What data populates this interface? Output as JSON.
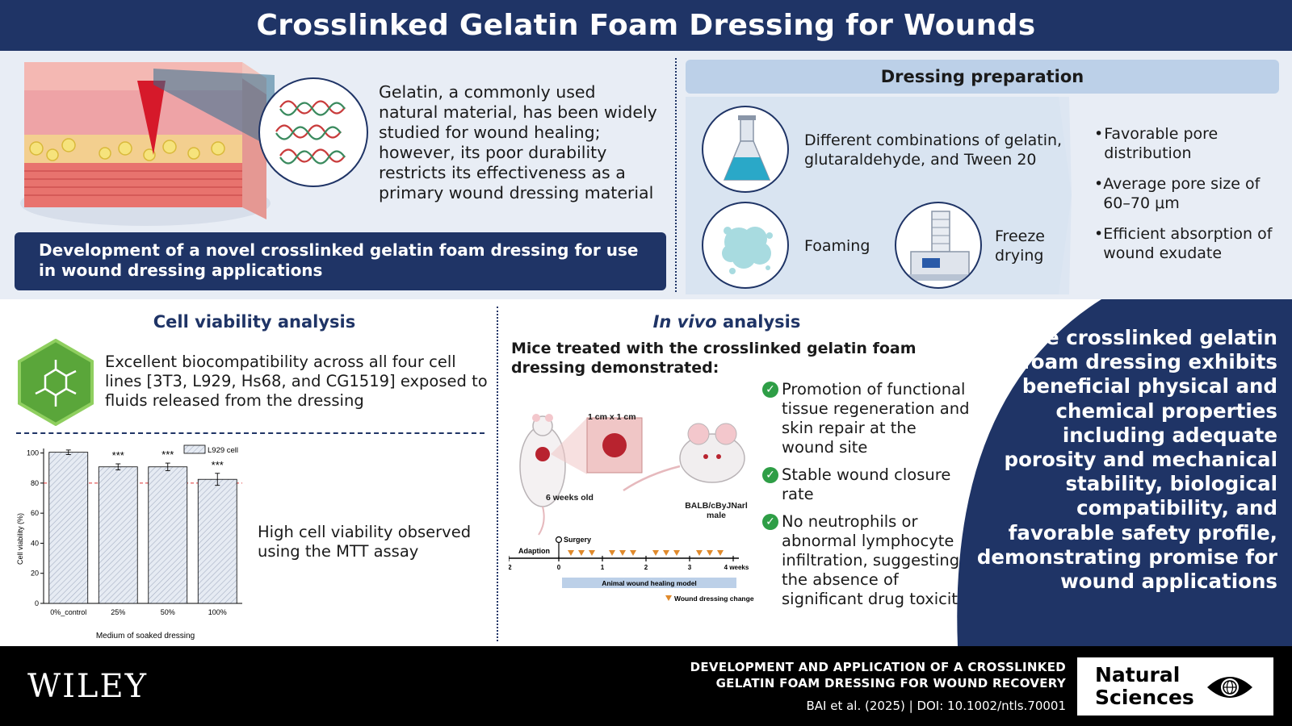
{
  "header": {
    "title": "Crosslinked Gelatin Foam Dressing for Wounds"
  },
  "intro": {
    "text": "Gelatin, a commonly used natural material, has been widely studied for wound healing; however, its poor durability restricts its effectiveness as a primary wound dressing material",
    "development": "Development of a novel crosslinked gelatin foam dressing for use in wound dressing applications"
  },
  "preparation": {
    "title": "Dressing preparation",
    "step_combination": "Different combinations of gelatin, glutaraldehyde, and Tween 20",
    "step_foaming": "Foaming",
    "step_freeze": "Freeze drying",
    "bullets": [
      "Favorable pore distribution",
      "Average pore size of 60–70 μm",
      "Efficient absorption of wound exudate"
    ]
  },
  "cell_viability": {
    "title": "Cell viability analysis",
    "biocompat_text": "Excellent biocompatibility across all four cell lines [3T3, L929, Hs68, and CG1519] exposed to fluids released from the dressing",
    "mtt_text": "High cell viability observed using the MTT assay"
  },
  "chart_data": {
    "type": "bar",
    "categories": [
      "0%_control",
      "25%",
      "50%",
      "100%"
    ],
    "series": [
      {
        "name": "L929 cell",
        "values": [
          100.5,
          90.8,
          90.8,
          82.5
        ],
        "errors": [
          1.5,
          2,
          2.5,
          4
        ]
      }
    ],
    "significance": [
      "",
      "***",
      "***",
      "***"
    ],
    "xlabel": "Medium of soaked dressing",
    "ylabel": "Cell viability (%)",
    "ylim": [
      0,
      100
    ],
    "yticks": [
      0,
      20,
      40,
      60,
      80,
      100
    ],
    "reference_line": 80,
    "legend": "top-right",
    "grid": false
  },
  "in_vivo": {
    "title_italic": "In vivo",
    "title_rest": " analysis",
    "intro": "Mice treated with the crosslinked gelatin foam dressing demonstrated:",
    "mouse_age": "6 weeks old",
    "wound_size": "1 cm x 1 cm",
    "strain": "BALB/cByJNarl",
    "sex": "male",
    "timeline": {
      "adaption": "Adaption",
      "surgery": "Surgery",
      "ticks": [
        "-2",
        "0",
        "1",
        "2",
        "3",
        "4 weeks"
      ],
      "model_label": "Animal wound healing model",
      "legend": "Wound dressing change"
    },
    "results": [
      "Promotion of functional tissue regeneration and skin repair at the wound site",
      "Stable wound closure rate",
      "No neutrophils or abnormal lymphocyte infiltration, suggesting the absence of significant drug toxicity"
    ]
  },
  "conclusion": {
    "text": "The crosslinked gelatin foam dressing exhibits beneficial physical and chemical properties including adequate porosity and mechanical stability, biological compatibility, and favorable safety profile, demonstrating promise for wound applications"
  },
  "footer": {
    "publisher": "WILEY",
    "paper_title": "DEVELOPMENT AND APPLICATION OF A CROSSLINKED GELATIN FOAM DRESSING FOR WOUND RECOVERY",
    "authors": "BAI et al. (2025) | DOI: 10.1002/ntls.70001",
    "journal_line1": "Natural",
    "journal_line2": "Sciences"
  },
  "colors": {
    "navy": "#1f3466",
    "light_blue": "#bcd0e8",
    "check_green": "#2e9e46"
  }
}
